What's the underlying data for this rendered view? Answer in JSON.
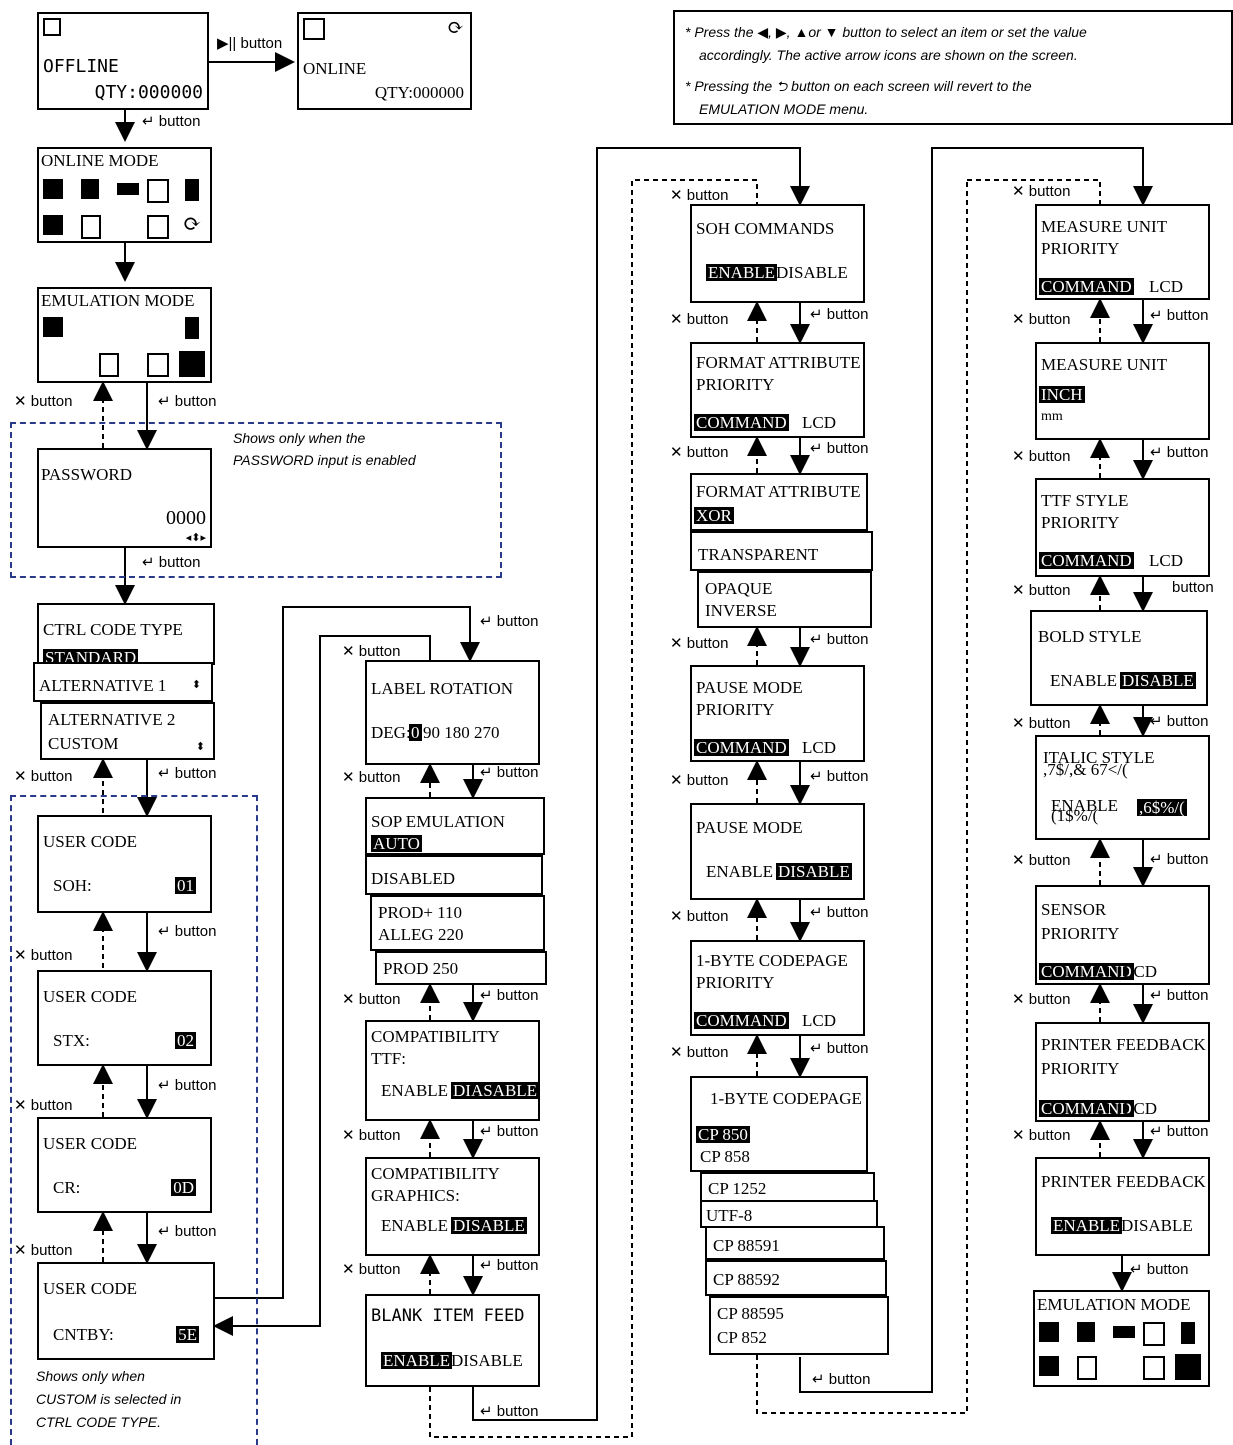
{
  "note": {
    "line1": "* Press the ◀, ▶, ▲or ▼ button to select an item or set the value",
    "line2": "accordingly. The active arrow icons are shown on the screen.",
    "line3": "* Pressing the ⮌ button on each screen will revert to the",
    "line4": "EMULATION MODE menu."
  },
  "btn": {
    "play": "▶|| button",
    "enter": "↵ button",
    "x": "✕ button"
  },
  "offline": {
    "title": "OFFLINE",
    "qty": "QTY:000000"
  },
  "online": {
    "title": "ONLINE",
    "qty": "QTY:000000"
  },
  "online_mode": {
    "title": "ONLINE MODE"
  },
  "emulation": {
    "title": "EMULATION MODE"
  },
  "password": {
    "title": "PASSWORD",
    "value": "0000",
    "note1": "Shows only when the",
    "note2": "PASSWORD input is enabled"
  },
  "ctrl": {
    "title": "CTRL CODE TYPE",
    "opt1": "STANDARD",
    "opt2": "ALTERNATIVE 1",
    "opt3": "ALTERNATIVE 2",
    "opt4": "CUSTOM"
  },
  "user1": {
    "title": "USER CODE",
    "label": "SOH:",
    "value": "01"
  },
  "user2": {
    "title": "USER CODE",
    "label": "STX:",
    "value": "02"
  },
  "user3": {
    "title": "USER CODE",
    "label": "CR:",
    "value": "0D"
  },
  "user4": {
    "title": "USER CODE",
    "label": "CNTBY:",
    "value": "5E"
  },
  "custom_note": {
    "l1": "Shows only when",
    "l2": "CUSTOM is selected in",
    "l3": "CTRL CODE TYPE."
  },
  "rot": {
    "title": "LABEL ROTATION",
    "deg": "DEG:",
    "v0": "0",
    "rest": " 90  180  270"
  },
  "sop": {
    "title": "SOP EMULATION",
    "opt1": "AUTO",
    "opt2": "DISABLED",
    "opt3": "PROD+ 110",
    "opt4": "ALLEG 220",
    "opt5": "PROD 250"
  },
  "ttf": {
    "title": "COMPATIBILITY",
    "sub": "TTF:",
    "enable": "ENABLE",
    "disable": "DIASABLE"
  },
  "gfx": {
    "title": "COMPATIBILITY",
    "sub": "GRAPHICS:",
    "enable": "ENABLE",
    "disable": "DISABLE"
  },
  "blank": {
    "title": "BLANK ITEM FEED",
    "enable": "ENABLE",
    "disable": "DISABLE"
  },
  "soh": {
    "title": "SOH COMMANDS",
    "enable": "ENABLE",
    "disable": "DISABLE"
  },
  "fap": {
    "title": "FORMAT ATTRIBUTE",
    "sub": "PRIORITY",
    "cmd": "COMMAND",
    "lcd": "LCD"
  },
  "fa": {
    "title": "FORMAT ATTRIBUTE",
    "opt1": "XOR",
    "opt2": "TRANSPARENT",
    "opt3": "OPAQUE",
    "opt4": "INVERSE"
  },
  "pmp": {
    "title": "PAUSE MODE",
    "sub": "PRIORITY",
    "cmd": "COMMAND",
    "lcd": "LCD"
  },
  "pm": {
    "title": "PAUSE MODE",
    "enable": "ENABLE",
    "disable": "DISABLE"
  },
  "cpp": {
    "title": "1-BYTE CODEPAGE",
    "sub": "PRIORITY",
    "cmd": "COMMAND",
    "lcd": "LCD"
  },
  "cp": {
    "title": "1-BYTE CODEPAGE",
    "opt1": "CP 850",
    "opt2": "CP 858",
    "opt3": "CP 1252",
    "opt4": "UTF-8",
    "opt5": "CP 88591",
    "opt6": "CP 88592",
    "opt7": "CP 88595",
    "opt8": "CP 852"
  },
  "mup": {
    "title": "MEASURE UNIT",
    "sub": "PRIORITY",
    "cmd": "COMMAND",
    "lcd": "LCD"
  },
  "mu": {
    "title": "MEASURE UNIT",
    "opt1": "INCH",
    "opt2": "mm"
  },
  "ttfs": {
    "title": "TTF STYLE",
    "sub": "PRIORITY",
    "cmd": "COMMAND",
    "lcd": "LCD"
  },
  "bold": {
    "title": "BOLD STYLE",
    "enable": "ENABLE",
    "disable": "DISABLE"
  },
  "italic": {
    "title": "ITALIC STYLE",
    "garb1": ",7$/,& 67</(",
    "enable": "ENABLE",
    "garb2": "(1$%/(",
    "disable": ",6$%/(",
    "btn": "button"
  },
  "sensor": {
    "title": "SENSOR",
    "sub": "PRIORITY",
    "cmd": "COMMAND",
    "lcd": "LCD"
  },
  "pfp": {
    "title": "PRINTER FEEDBACK",
    "sub": "PRIORITY",
    "cmd": "COMMAND",
    "lcd": "LCD"
  },
  "pf": {
    "title": "PRINTER FEEDBACK",
    "enable": "ENABLE",
    "disable": "DISABLE"
  },
  "emu2": {
    "title": "EMULATION MODE"
  }
}
